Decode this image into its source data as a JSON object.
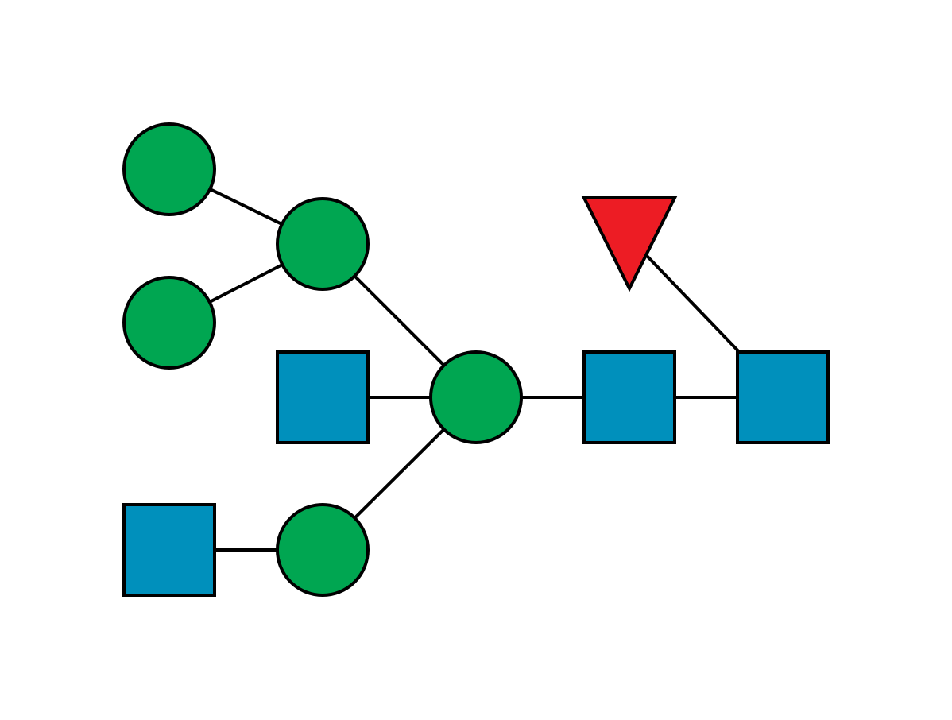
{
  "colors": {
    "background": "#ffffff",
    "hexose_green": "#00a651",
    "hexnac_blue": "#0090bc",
    "fucose_red": "#ed1c24",
    "outline": "#000000"
  },
  "nodes": [
    {
      "id": "n1",
      "shape": "square",
      "color_key": "hexnac_blue",
      "semantic": "hexnac-square"
    },
    {
      "id": "n2",
      "shape": "square",
      "color_key": "hexnac_blue",
      "semantic": "hexnac-square"
    },
    {
      "id": "n3",
      "shape": "triangle",
      "color_key": "fucose_red",
      "semantic": "fucose-triangle"
    },
    {
      "id": "n4",
      "shape": "circle",
      "color_key": "hexose_green",
      "semantic": "hexose-circle"
    },
    {
      "id": "n5",
      "shape": "square",
      "color_key": "hexnac_blue",
      "semantic": "hexnac-square"
    },
    {
      "id": "n6",
      "shape": "circle",
      "color_key": "hexose_green",
      "semantic": "hexose-circle"
    },
    {
      "id": "n7",
      "shape": "circle",
      "color_key": "hexose_green",
      "semantic": "hexose-circle"
    },
    {
      "id": "n8",
      "shape": "circle",
      "color_key": "hexose_green",
      "semantic": "hexose-circle"
    },
    {
      "id": "n9",
      "shape": "circle",
      "color_key": "hexose_green",
      "semantic": "hexose-circle"
    },
    {
      "id": "n10",
      "shape": "square",
      "color_key": "hexnac_blue",
      "semantic": "hexnac-square"
    }
  ],
  "edges": [
    [
      "n1",
      "n2"
    ],
    [
      "n1",
      "n3"
    ],
    [
      "n2",
      "n4"
    ],
    [
      "n4",
      "n5"
    ],
    [
      "n4",
      "n6"
    ],
    [
      "n4",
      "n7"
    ],
    [
      "n6",
      "n8"
    ],
    [
      "n6",
      "n9"
    ],
    [
      "n7",
      "n10"
    ]
  ]
}
